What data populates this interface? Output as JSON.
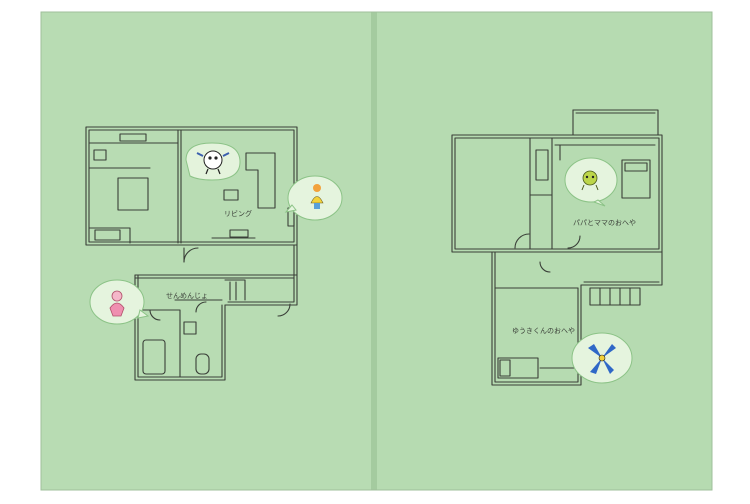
{
  "colors": {
    "page": "#b8dcb3",
    "page_edge": "#a9cfa4",
    "line": "#3a3f38",
    "bubble": "#e7f5e0",
    "bubble_stroke": "#8fc58a"
  },
  "spread": {
    "left_page": {
      "rooms": {
        "living": "リビング",
        "washroom": "せんめんじょ"
      }
    },
    "right_page": {
      "rooms": {
        "parents": "パパとママのおへや",
        "yuki": "ゆうきくんのおへや"
      }
    }
  },
  "characters": [
    {
      "name": "white-robot-character"
    },
    {
      "name": "yellow-kid-character"
    },
    {
      "name": "pink-kid-character"
    },
    {
      "name": "green-ball-character"
    },
    {
      "name": "blue-propeller-character"
    }
  ]
}
